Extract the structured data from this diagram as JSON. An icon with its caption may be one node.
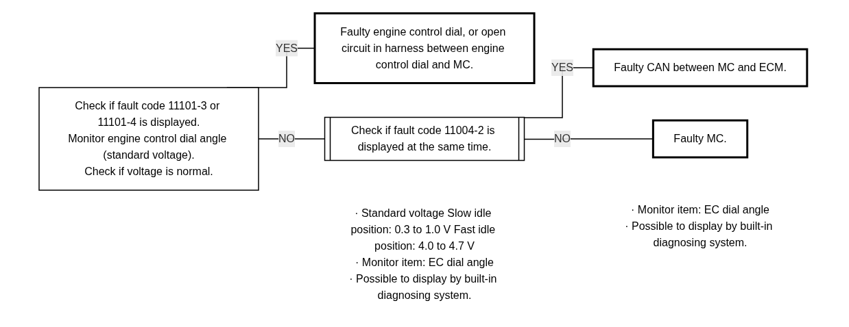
{
  "diagram": {
    "nodes": [
      {
        "text": [
          "Check if fault code 11101-3 or 11101-4 is displayed.",
          "Monitor engine control dial angle (standard voltage).",
          "Check if voltage is normal."
        ],
        "beside": [
          "· Standard voltage Slow idle position: 0.3 to 1.0 V Fast idle position: 4.0 to 4.7 V",
          "· Monitor item: EC dial angle",
          "· Possible to display by built-in diagnosing system."
        ]
      },
      {
        "text": [
          "Faulty engine control dial, or open circuit in harness between engine control dial and MC."
        ]
      },
      {
        "text": [
          "Check if fault code 11004-2 is displayed at the same time."
        ],
        "beside": [
          "· Monitor item: EC dial angle",
          "· Possible to display by built-in diagnosing system."
        ]
      },
      {
        "text": [
          "Faulty CAN between MC and ECM."
        ]
      },
      {
        "text": [
          "Faulty MC."
        ]
      }
    ],
    "edges": [
      {
        "from": 0,
        "to": 1,
        "arrow": "none",
        "label": "YES"
      },
      {
        "from": 0,
        "to": 2,
        "arrow": "none",
        "label": "NO"
      },
      {
        "from": 2,
        "to": 3,
        "arrow": "none",
        "label": "YES"
      },
      {
        "from": 2,
        "to": 4,
        "arrow": "none",
        "label": "NO"
      }
    ]
  }
}
